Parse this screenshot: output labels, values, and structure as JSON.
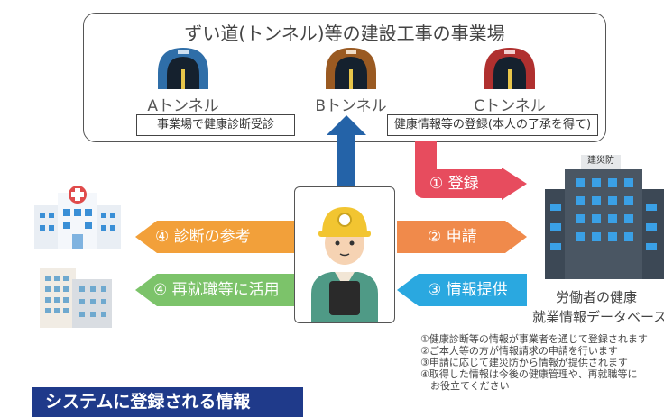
{
  "top": {
    "title": "ずい道(トンネル)等の建設工事の事業場",
    "tunnels": [
      {
        "label": "Aトンネル",
        "color": "#2f6ea8"
      },
      {
        "label": "Bトンネル",
        "color": "#9a5a22"
      },
      {
        "label": "Cトンネル",
        "color": "#b0302f"
      }
    ],
    "tag_left": "事業場で健康診断受診",
    "tag_right": "健康情報等の登録(本人の了承を得て)"
  },
  "arrows": {
    "register": "① 登録",
    "apply": "② 申請",
    "provide": "③ 情報提供",
    "diagnosis": "④ 診断の参考",
    "reemploy": "④ 再就職等に活用"
  },
  "building_sign": "建災防",
  "database": {
    "title_line1": "労働者の健康",
    "title_line2": "就業情報データベース"
  },
  "notes": [
    "①健康診断等の情報が事業者を通じて登録されます",
    "②ご本人等の方が情報請求の申請を行います",
    "③申請に応じて建災防から情報が提供されます",
    "④取得した情報は今後の健康管理や、再就職等に",
    "　お役立てください"
  ],
  "banner": "システムに登録される情報",
  "colors": {
    "register": "#e74c5e",
    "apply": "#f08a4b",
    "provide": "#2aa8e0",
    "diagnosis": "#f2a03a",
    "reemploy": "#7cc36a",
    "up_arrow": "#2463a8",
    "banner": "#1f3a8a"
  }
}
